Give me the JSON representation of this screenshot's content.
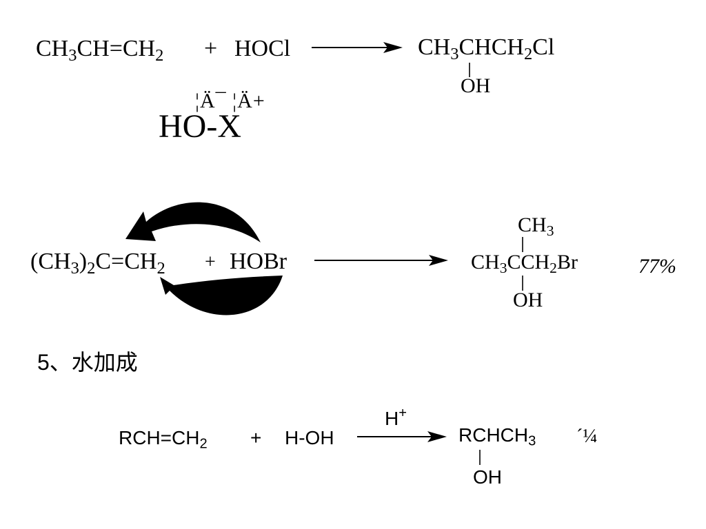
{
  "reaction1": {
    "reactant1": {
      "a": "CH",
      "a_sub": "3",
      "b": "CH=CH",
      "b_sub": "2"
    },
    "plus": "+",
    "reactant2": "HOCl",
    "product": {
      "a": "CH",
      "a_sub": "3",
      "b": "CHCH",
      "b_sub": "2",
      "c": "Cl"
    },
    "product_oh": "OH",
    "annotation_top": "¦Ä¯ ¦Ä+",
    "annotation_main": "HO-X"
  },
  "reaction2": {
    "reactant1": {
      "a": "(CH",
      "a_sub": "3",
      "b": ")",
      "b_sub": "2",
      "c": "C=CH",
      "c_sub": "2"
    },
    "plus": "+",
    "reactant2": "HOBr",
    "product_ch3": {
      "a": "CH",
      "a_sub": "3"
    },
    "product": {
      "a": "CH",
      "a_sub": "3",
      "b": "CCH",
      "b_sub": "2",
      "c": "Br"
    },
    "product_oh": "OH",
    "yield": "77%"
  },
  "section_heading": "5、水加成",
  "reaction3": {
    "reactant1": {
      "a": "RCH=CH",
      "a_sub": "2"
    },
    "plus": "+",
    "reactant2": "H-OH",
    "catalyst": {
      "a": "H",
      "a_sup": "+"
    },
    "product": {
      "a": "RCHCH",
      "a_sub": "3"
    },
    "product_oh": "OH",
    "note": "´¼"
  },
  "colors": {
    "ink": "#000000",
    "background": "#ffffff"
  }
}
